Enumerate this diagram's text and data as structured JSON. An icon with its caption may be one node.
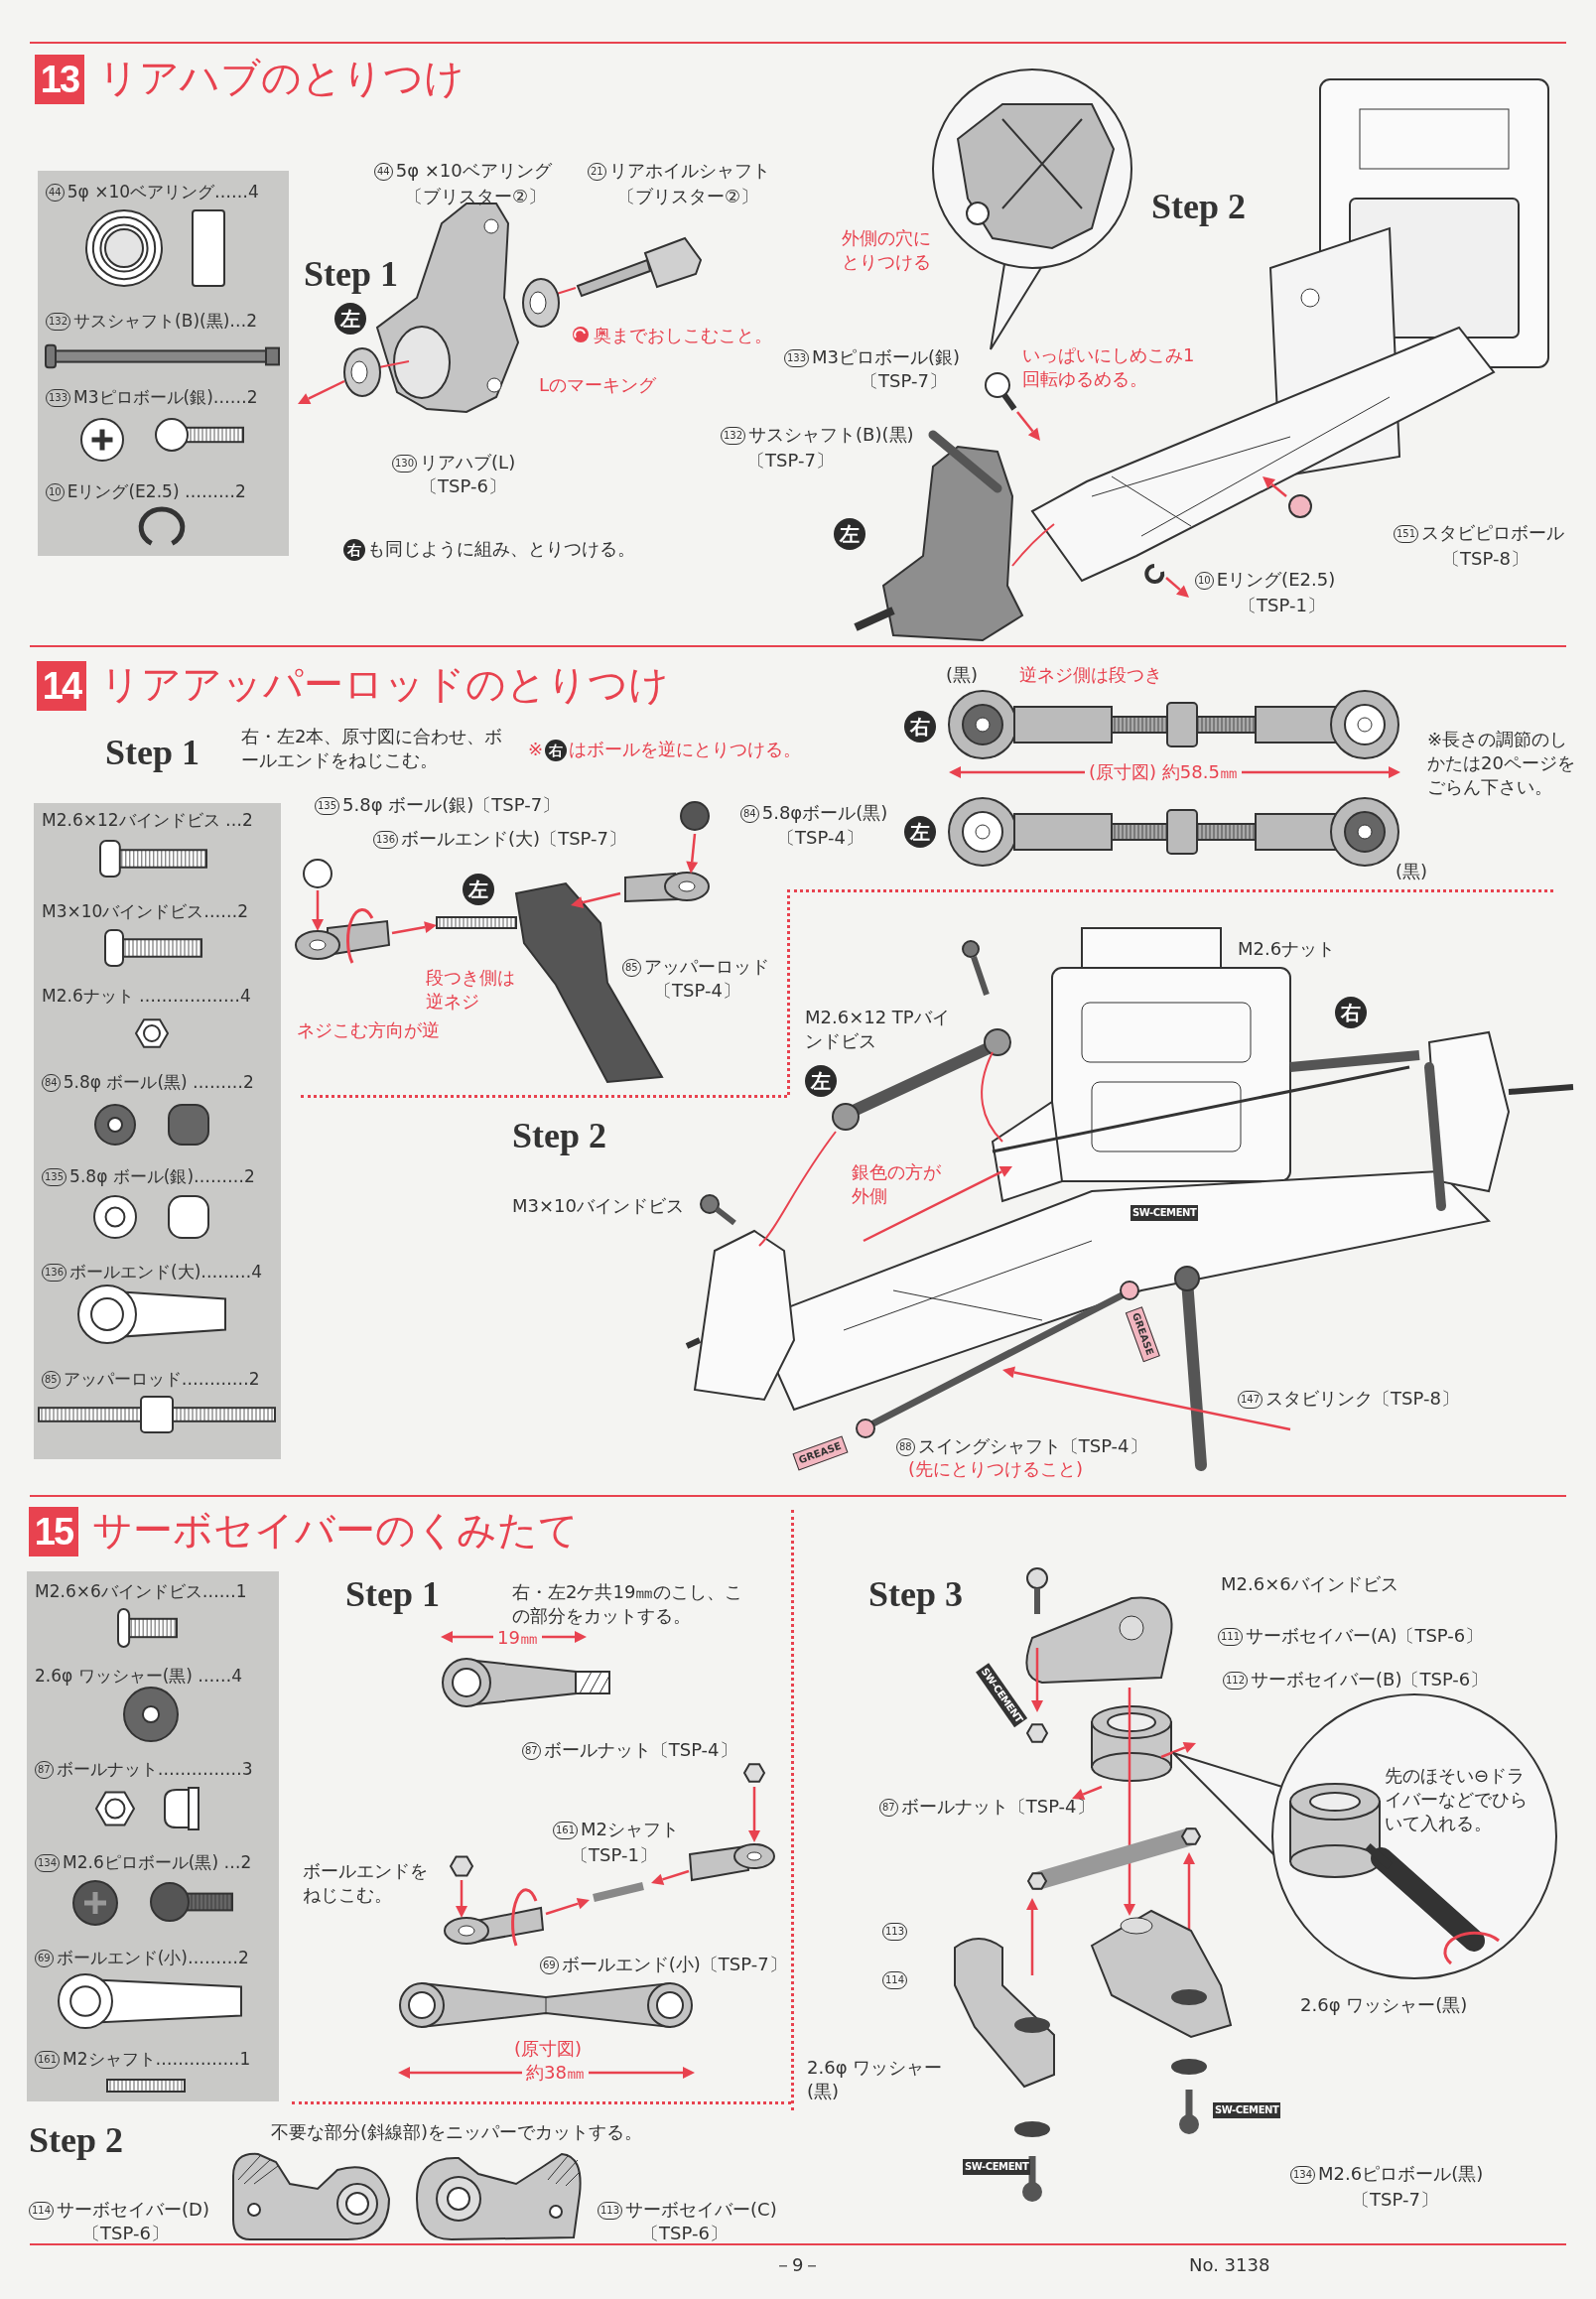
{
  "diagram": {
    "nodes": [
      {
        "text": [
          "13"
        ],
        "beside": [
          "リアハブのとりつけ"
        ]
      },
      {
        "text": [
          "44 5φ ×10ベアリング……4",
          "132 サスシャフト(B)(黒)…2",
          "133 M3ピロボール(銀)……2",
          "10 Eリング(E2.5) ………2"
        ]
      },
      {
        "text": [
          "14"
        ],
        "beside": [
          "リアアッパーロッドのとりつけ"
        ]
      },
      {
        "text": [
          "M2.6×12バインドビス …2",
          "M3×10バインドビス……2",
          "M2.6ナット ………………4",
          "84 5.8φ ボール(黒) ………2",
          "135 5.8φ ボール(銀)………2",
          "136 ボールエンド(大)………4",
          "85 アッパーロッド…………2"
        ]
      },
      {
        "text": [
          "15"
        ],
        "beside": [
          "サーボセイバーのくみたて"
        ]
      },
      {
        "text": [
          "M2.6×6バインドビス……1",
          "2.6φ ワッシャー(黒) ……4",
          "87 ボールナット……………3",
          "134 M2.6ピロボール(黒) …2",
          "69 ボールエンド(小)………2",
          "161 M2シャフト……………1"
        ]
      }
    ],
    "labels": [
      "Step 1",
      "左",
      "44 5φ ×10ベアリング",
      "〔ブリスター②〕",
      "21 リアホイルシャフト",
      "〔ブリスター②〕",
      "奥までおしこむこと。",
      "Lのマーキング",
      "130 リアハブ(L)",
      "〔TSP-6〕",
      "**右**も同じように組み、とりつける。",
      "外側の穴にとりつける",
      "Step 2",
      "133 M3ピロボール(銀)",
      "〔TSP-7〕",
      "いっぱいにしめこみ1回転ゆるめる。",
      "132 サスシャフト(B)(黒)",
      "〔TSP-7〕",
      "左",
      "151 スタビピロボール",
      "〔TSP-8〕",
      "10 Eリング(E2.5)",
      "〔TSP-1〕",
      "Step 1",
      "右・左2本、原寸図に合わせ、ボールエンドをねじこむ。",
      "※**右**はボールを逆にとりつける。",
      "(黒)",
      "逆ネジ側は段つき",
      "右",
      "左",
      "(原寸図) 約58.5㎜",
      "(黒)",
      "※長さの調節のしかたは20ページをごらん下さい。",
      "135 5.8φ ボール(銀)〔TSP-7〕",
      "136 ボールエンド(大)〔TSP-7〕",
      "84 5.8φボール(黒)",
      "〔TSP-4〕",
      "85 アッパーロッド",
      "〔TSP-4〕",
      "段つき側は逆ネジ",
      "ネジこむ方向が逆",
      "左",
      "Step 2",
      "M2.6ナット",
      "M2.6×12 TPバインドビス",
      "右",
      "左",
      "M3×10バインドビス",
      "銀色の方が外側",
      "SW-CEMENT",
      "GREASE",
      "147 スタビリンク〔TSP-8〕",
      "88 スイングシャフト〔TSP-4〕",
      "(先にとりつけること)",
      "GREASE",
      "Step 1",
      "右・左2ケ共19㎜のこし、この部分をカットする。",
      "19㎜",
      "87 ボールナット〔TSP-4〕",
      "161 M2シャフト",
      "〔TSP-1〕",
      "ボールエンドをねじこむ。",
      "69 ボールエンド(小)〔TSP-7〕",
      "(原寸図)",
      "約38㎜",
      "Step 2",
      "不要な部分(斜線部)をニッパーでカットする。",
      "114 サーボセイバー(D)",
      "〔TSP-6〕",
      "113 サーボセイバー(C)",
      "〔TSP-6〕",
      "Step 3",
      "M2.6×6バインドビス",
      "111 サーボセイバー(A)〔TSP-6〕",
      "112 サーボセイバー(B)〔TSP-6〕",
      "SW-CEMENT",
      "87 ボールナット〔TSP-4〕",
      "先のほそい⊖ドライバーなどでひらいて入れる。",
      "113",
      "114",
      "2.6φ ワッシャー(黒)",
      "2.6φ ワッシャー(黒)",
      "SW-CEMENT",
      "SW-CEMENT",
      "134 M2.6ピロボール(黒)",
      "〔TSP-7〕",
      "－9－",
      "No. 3138"
    ]
  }
}
